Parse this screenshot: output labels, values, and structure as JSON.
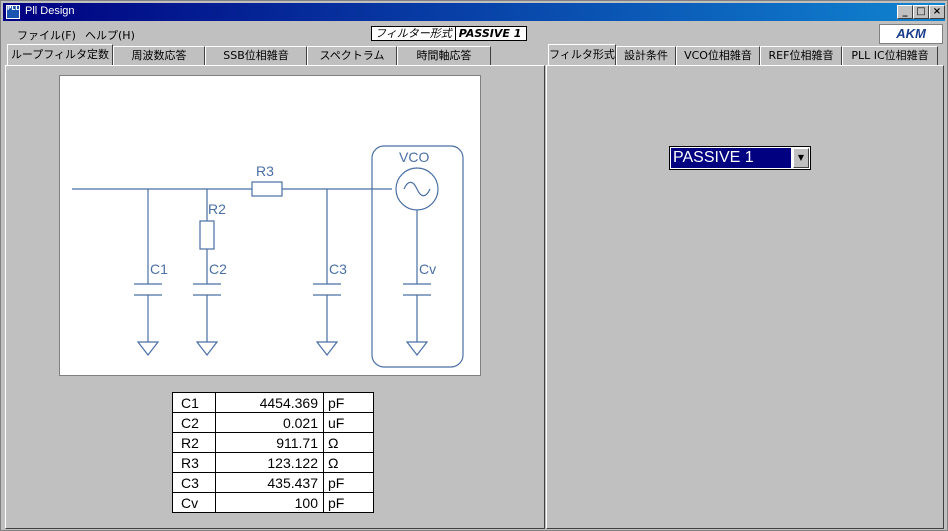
{
  "window": {
    "title": "Pll Design",
    "icon_text": "PLL"
  },
  "controls": {
    "minimize": "_",
    "maximize": "□",
    "close": "×"
  },
  "menu": {
    "items": [
      "ファイル(F)",
      "ヘルプ(H)"
    ]
  },
  "filter_indicator": {
    "label": "フィルター形式",
    "value": "PASSIVE 1"
  },
  "logo": {
    "text": "AKM"
  },
  "left_tabs": [
    {
      "label": "ループフィルタ定数",
      "active": true
    },
    {
      "label": "周波数応答",
      "active": false
    },
    {
      "label": "SSB位相雑音",
      "active": false
    },
    {
      "label": "スペクトラム",
      "active": false
    },
    {
      "label": "時間軸応答",
      "active": false
    }
  ],
  "right_tabs": [
    {
      "label": "フィルタ形式",
      "active": true
    },
    {
      "label": "設計条件",
      "active": false
    },
    {
      "label": "VCO位相雑音",
      "active": false
    },
    {
      "label": "REF位相雑音",
      "active": false
    },
    {
      "label": "PLL IC位相雑音",
      "active": false
    }
  ],
  "schematic": {
    "labels": {
      "r3": "R3",
      "r2": "R2",
      "c1": "C1",
      "c2": "C2",
      "c3": "C3",
      "cv": "Cv",
      "vco": "VCO"
    },
    "line_color": "#4a6fa5"
  },
  "components": [
    {
      "name": "C1",
      "value": "4454.369",
      "unit": "pF"
    },
    {
      "name": "C2",
      "value": "0.021",
      "unit": "uF"
    },
    {
      "name": "R2",
      "value": "911.71",
      "unit": "Ω"
    },
    {
      "name": "R3",
      "value": "123.122",
      "unit": "Ω"
    },
    {
      "name": "C3",
      "value": "435.437",
      "unit": "pF"
    },
    {
      "name": "Cv",
      "value": "100",
      "unit": "pF"
    }
  ],
  "filter_select": {
    "value": "PASSIVE 1"
  }
}
